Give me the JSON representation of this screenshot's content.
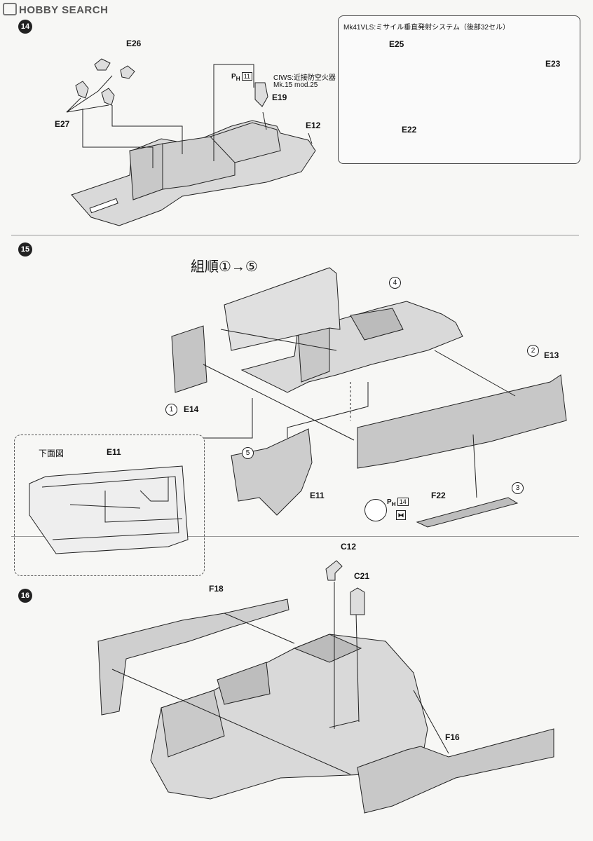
{
  "watermark": "HOBBY SEARCH",
  "steps": [
    {
      "number": "14"
    },
    {
      "number": "15"
    },
    {
      "number": "16"
    }
  ],
  "step14": {
    "parts": [
      "E26",
      "E27",
      "E19",
      "E12"
    ],
    "ciws_label": "CIWS:近接防空火器",
    "ciws_model": "Mk.15 mod.25",
    "ph_marker": "P",
    "ph_sub": "H",
    "ph_number": "11",
    "vls_title": "Mk41VLS:ミサイル垂直発射システム（後部32セル）",
    "vls_parts": [
      "E25",
      "E22",
      "E23"
    ]
  },
  "step15": {
    "order_label": "組順①→⑤",
    "circled": [
      "1",
      "2",
      "3",
      "4",
      "5"
    ],
    "parts": [
      "E14",
      "E13",
      "E11",
      "F22"
    ],
    "inset_title": "下面図",
    "inset_part": "E11",
    "ph_marker": "P",
    "ph_sub": "H",
    "ph_number": "14"
  },
  "step16": {
    "parts": [
      "C12",
      "C21",
      "F18",
      "F16"
    ]
  }
}
